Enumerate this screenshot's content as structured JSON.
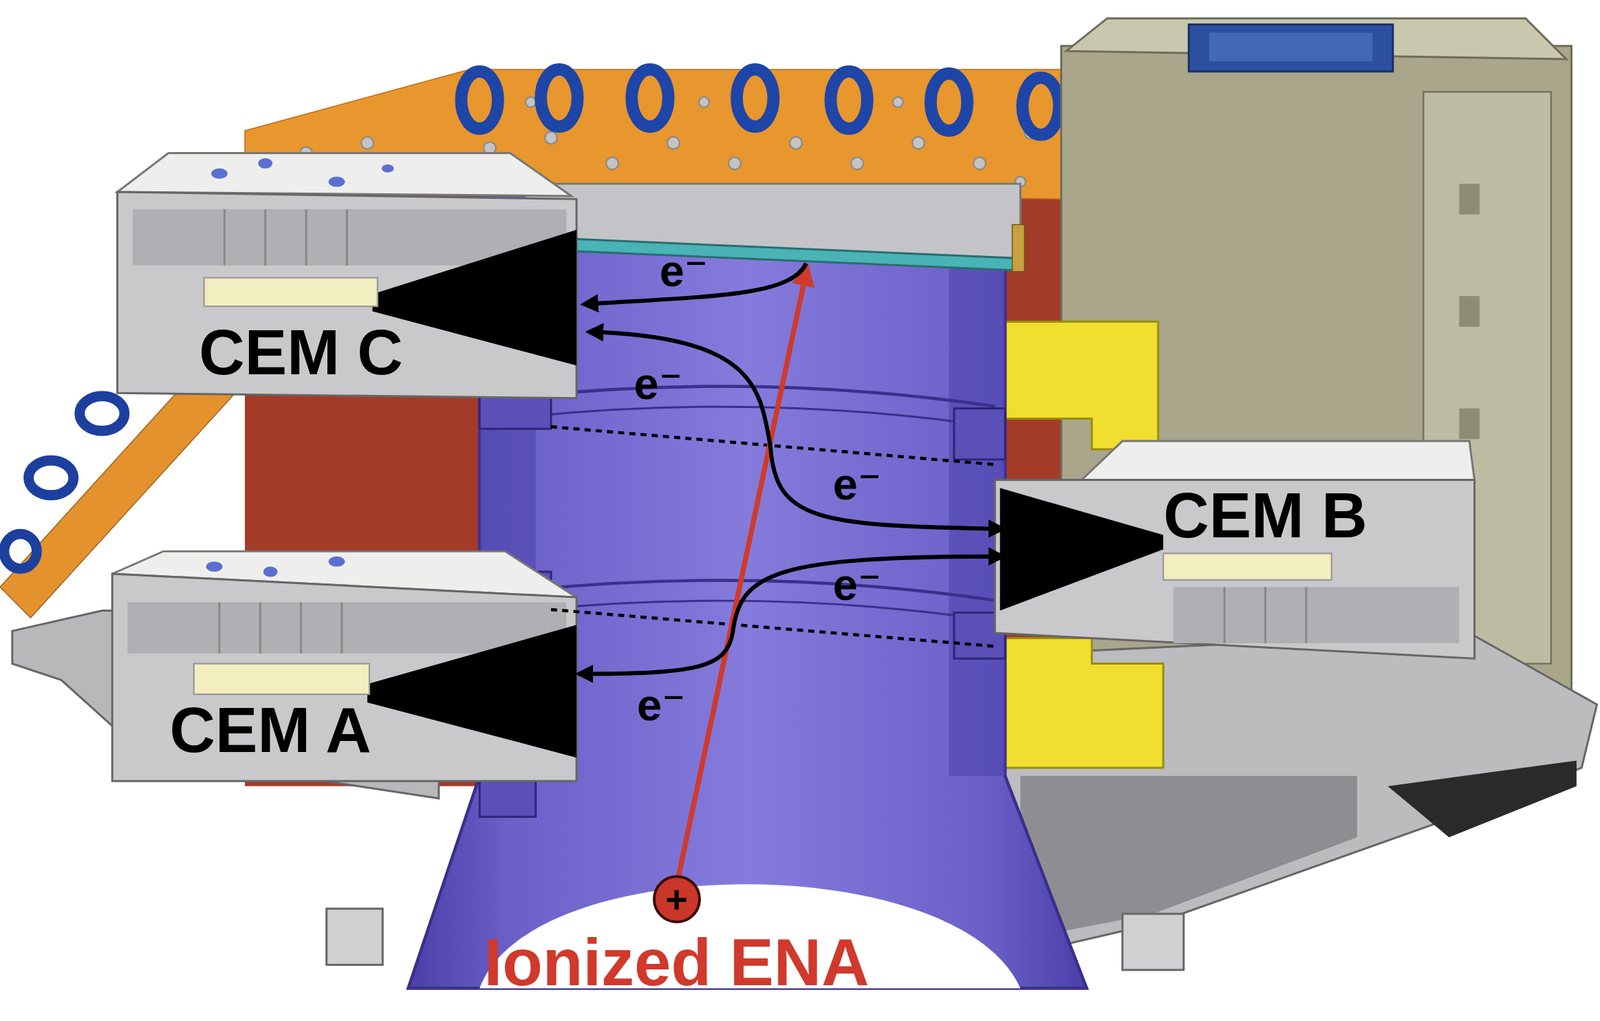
{
  "diagram": {
    "nodes": [
      {
        "text": [
          "+",
          "Ionized ENA"
        ]
      }
    ],
    "labels": [
      "e⁻",
      "CEM C",
      "e⁻",
      "e⁻",
      "CEM B",
      "e⁻",
      "CEM A",
      "e⁻"
    ]
  }
}
